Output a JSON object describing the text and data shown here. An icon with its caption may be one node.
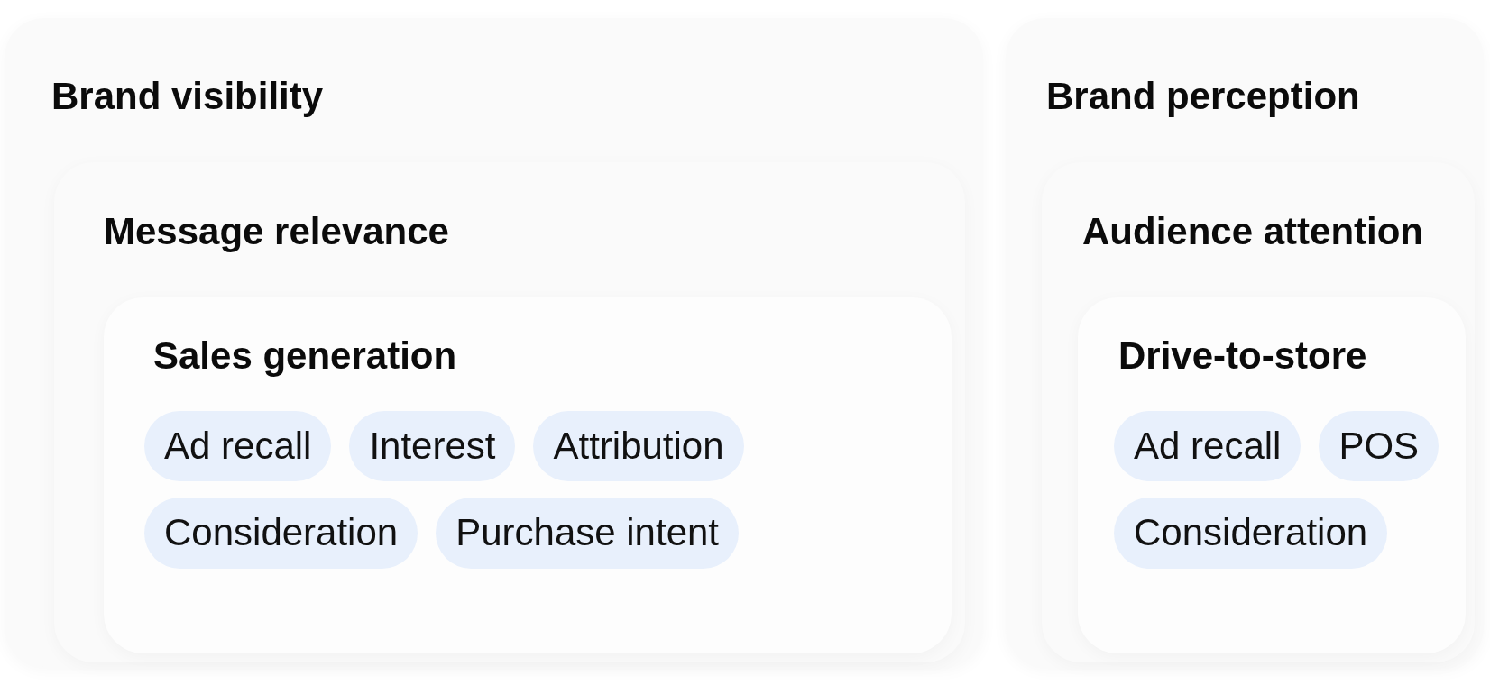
{
  "diagram": {
    "nodes": [
      {
        "text": [
          "Brand visibility"
        ]
      },
      {
        "text": [
          "Message relevance"
        ],
        "in": 0
      },
      {
        "text": [
          "Sales generation"
        ],
        "in": 1
      },
      {
        "text": [
          "Ad recall"
        ],
        "in": 2
      },
      {
        "text": [
          "Interest"
        ],
        "in": 2
      },
      {
        "text": [
          "Attribution"
        ],
        "in": 2
      },
      {
        "text": [
          "Consideration"
        ],
        "in": 2
      },
      {
        "text": [
          "Purchase intent"
        ],
        "in": 2
      },
      {
        "text": [
          "Brand perception"
        ]
      },
      {
        "text": [
          "Audience attention"
        ],
        "in": 8
      },
      {
        "text": [
          "Drive-to-store"
        ],
        "in": 9
      },
      {
        "text": [
          "Ad recall"
        ],
        "in": 10
      },
      {
        "text": [
          "POS"
        ],
        "in": 10
      },
      {
        "text": [
          "Consideration"
        ],
        "in": 10
      }
    ],
    "edges": []
  }
}
